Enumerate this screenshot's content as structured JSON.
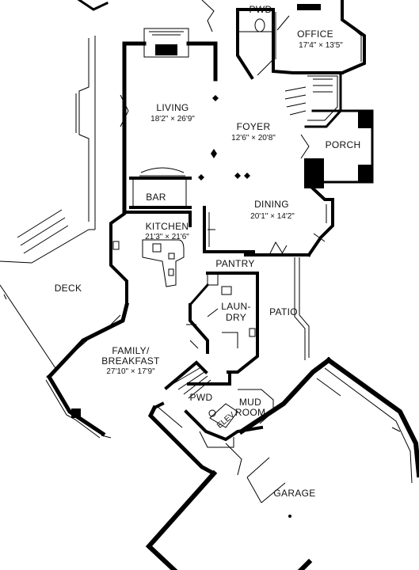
{
  "rooms": {
    "office": {
      "name": "OFFICE",
      "dims": "17'4\" × 13'5\""
    },
    "pwd_top": {
      "name": "PWD"
    },
    "living": {
      "name": "LIVING",
      "dims": "18'2\" × 26'9\""
    },
    "foyer": {
      "name": "FOYER",
      "dims": "12'6\" × 20'8\""
    },
    "porch": {
      "name": "PORCH"
    },
    "bar": {
      "name": "BAR"
    },
    "dining": {
      "name": "DINING",
      "dims": "20'1\" × 14'2\""
    },
    "kitchen": {
      "name": "KITCHEN",
      "dims": "21'3\" × 21'6\""
    },
    "pantry": {
      "name": "PANTRY"
    },
    "deck": {
      "name": "DECK"
    },
    "laundry": {
      "name_line1": "LAUN-",
      "name_line2": "DRY"
    },
    "patio": {
      "name": "PATIO"
    },
    "family": {
      "name_line1": "FAMILY/",
      "name_line2": "BREAKFAST",
      "dims": "27'10\" × 17'9\""
    },
    "pwd_low": {
      "name": "PWD"
    },
    "mud_room": {
      "name_line1": "MUD",
      "name_line2": "ROOM"
    },
    "elev": {
      "name": "ELEV"
    },
    "garage": {
      "name": "GARAGE"
    }
  }
}
